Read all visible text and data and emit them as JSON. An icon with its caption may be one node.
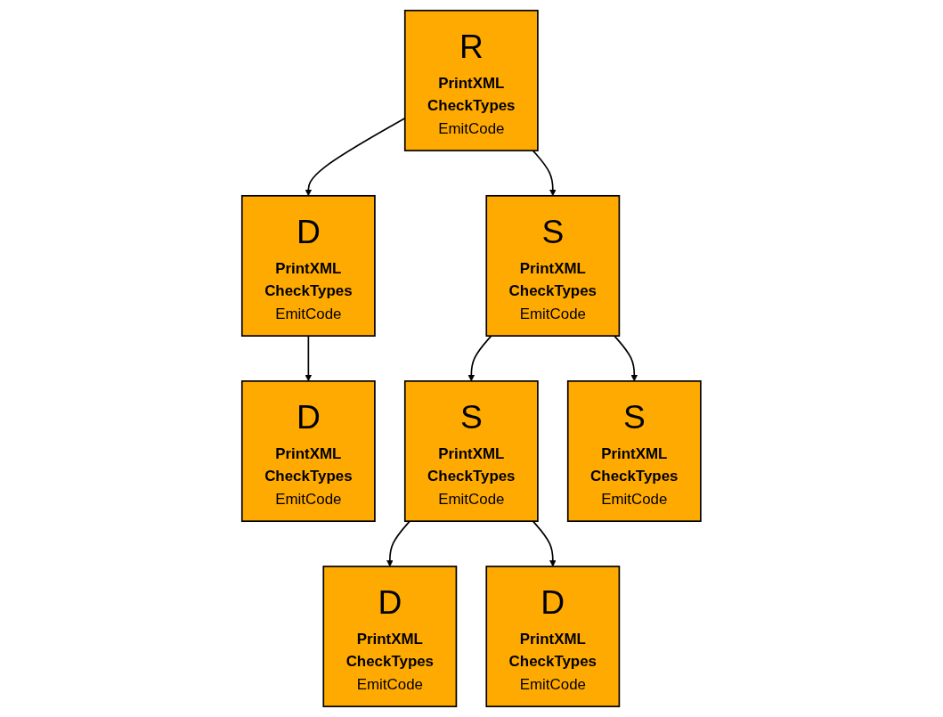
{
  "diagram": {
    "nodes": [
      {
        "text": [
          "R",
          "PrintXML",
          "CheckTypes",
          "EmitCode"
        ]
      },
      {
        "text": [
          "D",
          "PrintXML",
          "CheckTypes",
          "EmitCode"
        ]
      },
      {
        "text": [
          "S",
          "PrintXML",
          "CheckTypes",
          "EmitCode"
        ]
      },
      {
        "text": [
          "D",
          "PrintXML",
          "CheckTypes",
          "EmitCode"
        ]
      },
      {
        "text": [
          "S",
          "PrintXML",
          "CheckTypes",
          "EmitCode"
        ]
      },
      {
        "text": [
          "S",
          "PrintXML",
          "CheckTypes",
          "EmitCode"
        ]
      },
      {
        "text": [
          "D",
          "PrintXML",
          "CheckTypes",
          "EmitCode"
        ]
      },
      {
        "text": [
          "D",
          "PrintXML",
          "CheckTypes",
          "EmitCode"
        ]
      }
    ],
    "edges": [
      {
        "from": 0,
        "to": 1,
        "arrow": "to"
      },
      {
        "from": 0,
        "to": 2,
        "arrow": "to"
      },
      {
        "from": 1,
        "to": 3,
        "arrow": "to"
      },
      {
        "from": 2,
        "to": 4,
        "arrow": "to"
      },
      {
        "from": 2,
        "to": 5,
        "arrow": "to"
      },
      {
        "from": 4,
        "to": 6,
        "arrow": "to"
      },
      {
        "from": 4,
        "to": 7,
        "arrow": "to"
      }
    ]
  }
}
